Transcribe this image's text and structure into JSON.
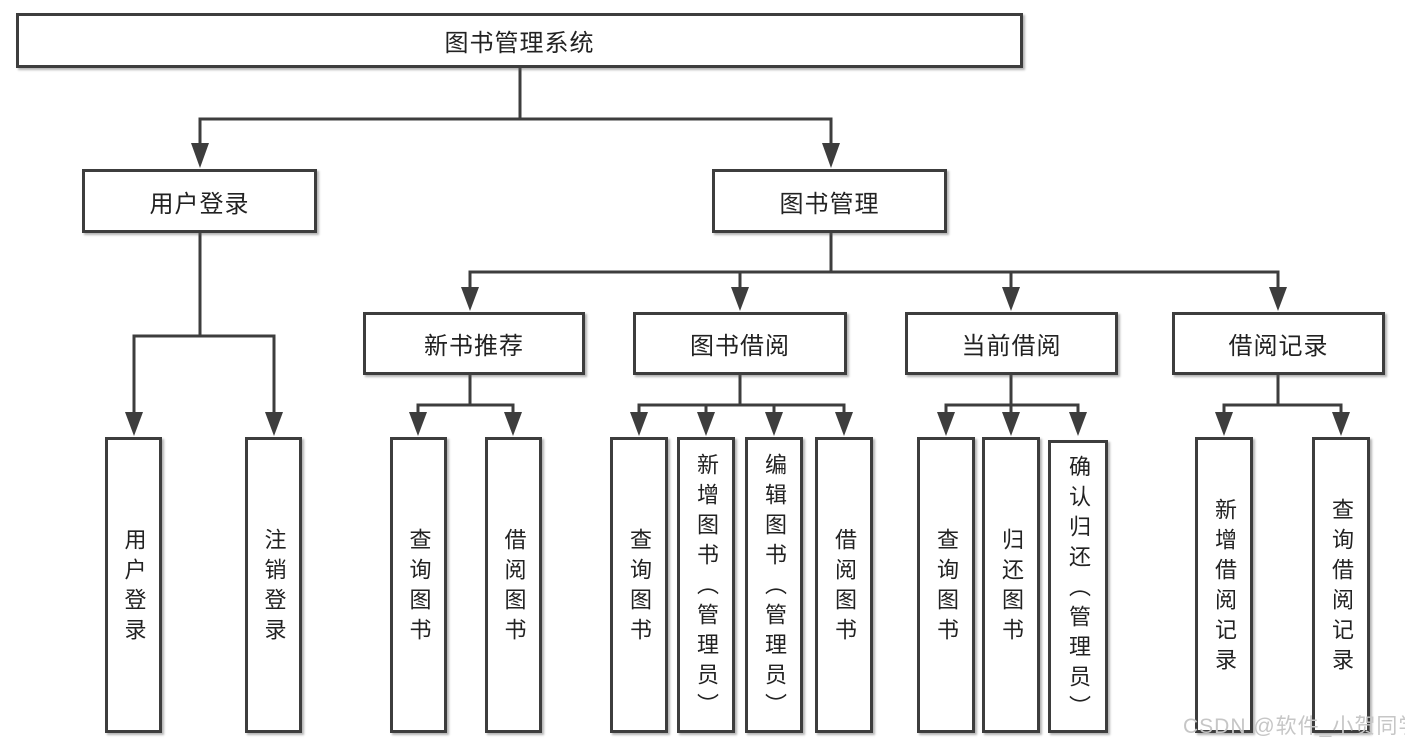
{
  "diagram": {
    "type": "hierarchy-tree",
    "watermark": "CSDN @软件_小贺同学",
    "colors": {
      "background": "#ffffff",
      "line": "#3d3d3d",
      "box_border": "#3d3d3d",
      "text": "#222222",
      "watermark_text": "#c6c6c6"
    },
    "tree": {
      "label": "图书管理系统",
      "children": [
        {
          "label": "用户登录",
          "children": [
            {
              "label": "用户登录"
            },
            {
              "label": "注销登录"
            }
          ]
        },
        {
          "label": "图书管理",
          "children": [
            {
              "label": "新书推荐",
              "children": [
                {
                  "label": "查询图书"
                },
                {
                  "label": "借阅图书"
                }
              ]
            },
            {
              "label": "图书借阅",
              "children": [
                {
                  "label": "查询图书"
                },
                {
                  "label": "新增图书（管理员）"
                },
                {
                  "label": "编辑图书（管理员）"
                },
                {
                  "label": "借阅图书"
                }
              ]
            },
            {
              "label": "当前借阅",
              "children": [
                {
                  "label": "查询图书"
                },
                {
                  "label": "归还图书"
                },
                {
                  "label": "确认归还（管理员）"
                }
              ]
            },
            {
              "label": "借阅记录",
              "children": [
                {
                  "label": "新增借阅记录"
                },
                {
                  "label": "查询借阅记录"
                }
              ]
            }
          ]
        }
      ]
    }
  }
}
